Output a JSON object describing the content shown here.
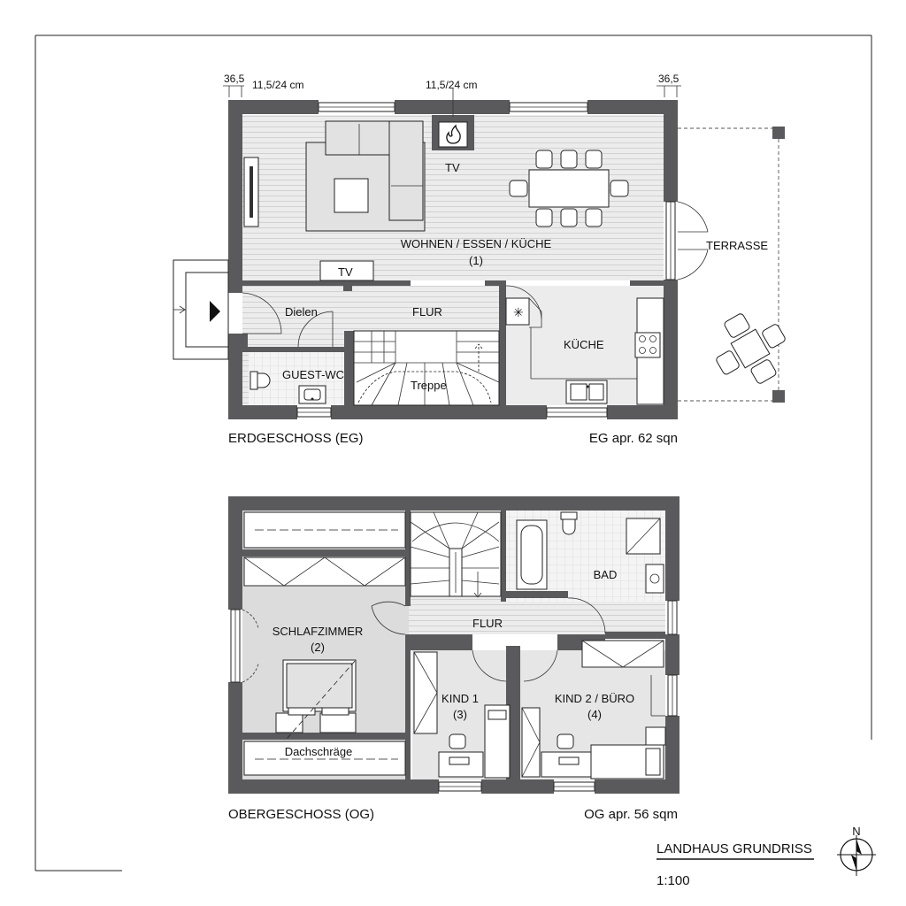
{
  "title": "LANDHAUS GRUNDRISS",
  "scale": "1:100",
  "north_label": "N",
  "ground_floor": {
    "caption": "ERDGESCHOSS (EG)",
    "area": "EG apr. 62 sqn",
    "dims": {
      "left_wall": "36,5",
      "left_inner": "11,5/24 cm",
      "center": "11,5/24 cm",
      "right_wall": "36,5"
    },
    "rooms": {
      "living_name": "WOHNEN / ESSEN / KÜCHE",
      "living_num": "(1)",
      "tv_top": "TV",
      "tv_bottom": "TV",
      "terrace": "TERRASSE",
      "hall_left": "Dielen",
      "hall": "FLUR",
      "kitchen": "KÜCHE",
      "guest_wc": "GUEST-WC",
      "stairs": "Treppe"
    }
  },
  "upper_floor": {
    "caption": "OBERGESCHOSS (OG)",
    "area": "OG apr. 56 sqm",
    "rooms": {
      "bedroom_name": "SCHLAFZIMMER",
      "bedroom_num": "(2)",
      "sloped": "Dachschräge",
      "hall": "FLUR",
      "bath": "BAD",
      "kid1_name": "KIND 1",
      "kid1_num": "(3)",
      "kid2_name": "KIND 2 / BÜRO",
      "kid2_num": "(4)"
    }
  }
}
